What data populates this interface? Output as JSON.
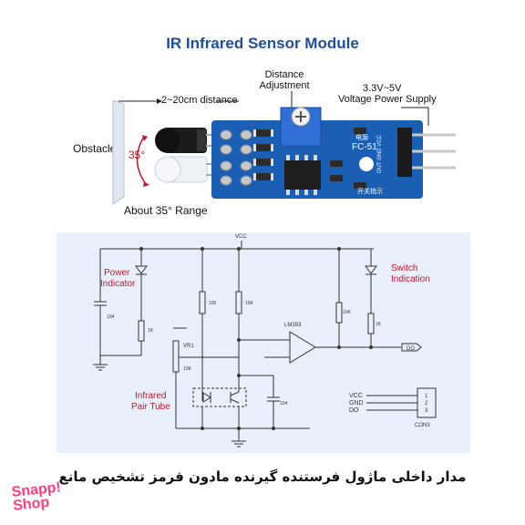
{
  "header": {
    "title": "IR Infrared Sensor Module"
  },
  "photo": {
    "distance_label": "2~20cm distance",
    "obstacle_label": "Obstacle",
    "angle_label": "35°",
    "range_label": "About 35° Range",
    "adjust_label_line1": "Distance",
    "adjust_label_line2": "Adjustment",
    "power_label_line1": "3.3V~5V",
    "power_label_line2": "Voltage Power Supply",
    "board_model": "FC-51",
    "pin_labels": "OUT GND VCC",
    "board_marking_top": "电源",
    "board_marking_bottom": "开关指示"
  },
  "schematic": {
    "vcc_label": "VCC",
    "power_indicator_line1": "Power",
    "power_indicator_line2": "Indicator",
    "switch_indication_line1": "Switch",
    "switch_indication_line2": "Indication",
    "infrared_line1": "Infrared",
    "infrared_line2": "Pair Tube",
    "cap_left": "104",
    "res_1k_left": "1K",
    "res_100": "100",
    "res_10k_mid": "10K",
    "vr1": "VR1",
    "vr1_value": "10K",
    "comparator": "LM393",
    "res_10k_right": "10K",
    "res_1k_right": "1K",
    "cap_bottom": "104",
    "do_tag": "DO",
    "pin_vcc": "VCC",
    "pin_gnd": "GND",
    "pin_do": "DO",
    "pin_1": "1",
    "pin_2": "2",
    "pin_3": "3",
    "connector": "CON3"
  },
  "footer": {
    "caption": "مدار داخلی ماژول فرستنده گیرنده مادون قرمز تشخیص مانع",
    "logo_line1": "Snapp!",
    "logo_line2": "Shop"
  },
  "colors": {
    "title": "#1f4e9c",
    "pcb": "#1a5fb4",
    "panel": "#eaf0fb",
    "annotation_red": "#c0182c",
    "logo": "#ff3d7f"
  }
}
